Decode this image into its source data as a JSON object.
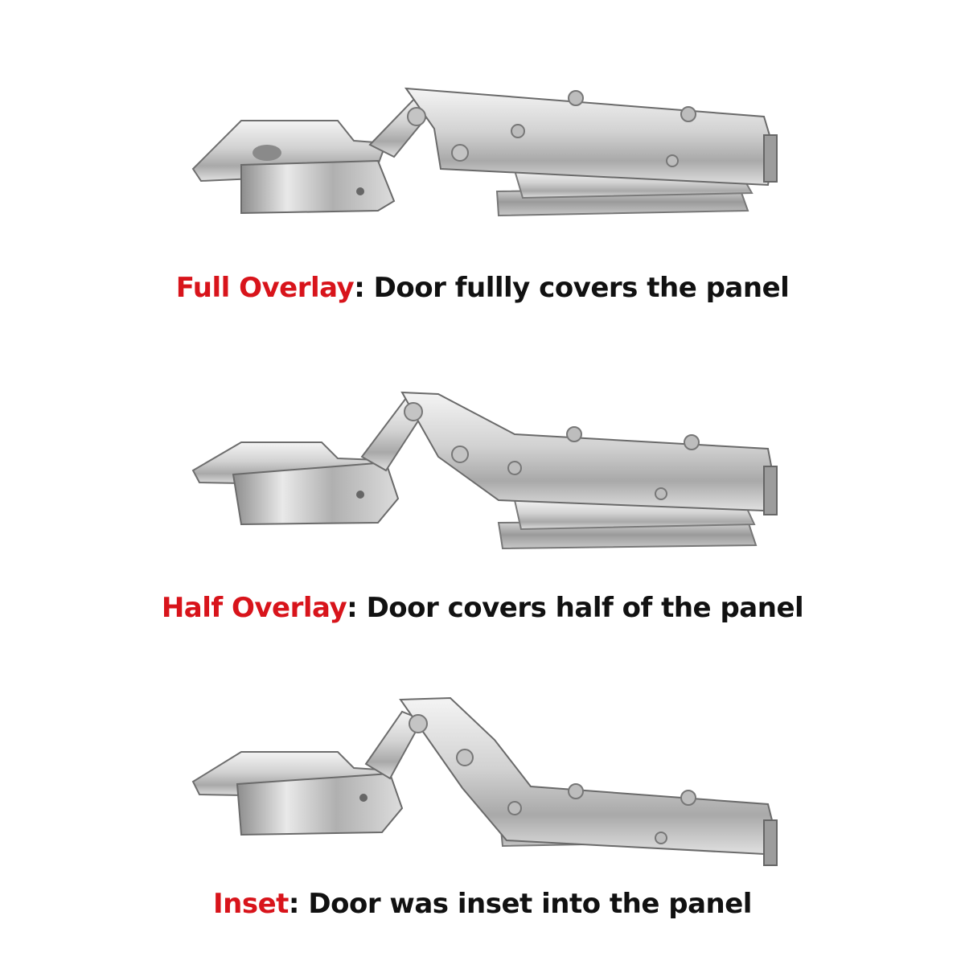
{
  "colors": {
    "accent_red": "#d8141b",
    "text_dark": "#111111",
    "metal_light": "#e6e6e6",
    "metal_mid": "#b9b9b9",
    "metal_dark": "#7d7d7d",
    "background": "#ffffff"
  },
  "panels": [
    {
      "term": "Full Overlay",
      "separator": ":",
      "description": "Door fullly covers the panel",
      "hinge_type": "full-overlay-hinge"
    },
    {
      "term": "Half Overlay",
      "separator": ":",
      "description": "Door covers half of the panel",
      "hinge_type": "half-overlay-hinge"
    },
    {
      "term": "Inset",
      "separator": ":",
      "description": "Door was inset into the panel",
      "hinge_type": "inset-hinge"
    }
  ]
}
